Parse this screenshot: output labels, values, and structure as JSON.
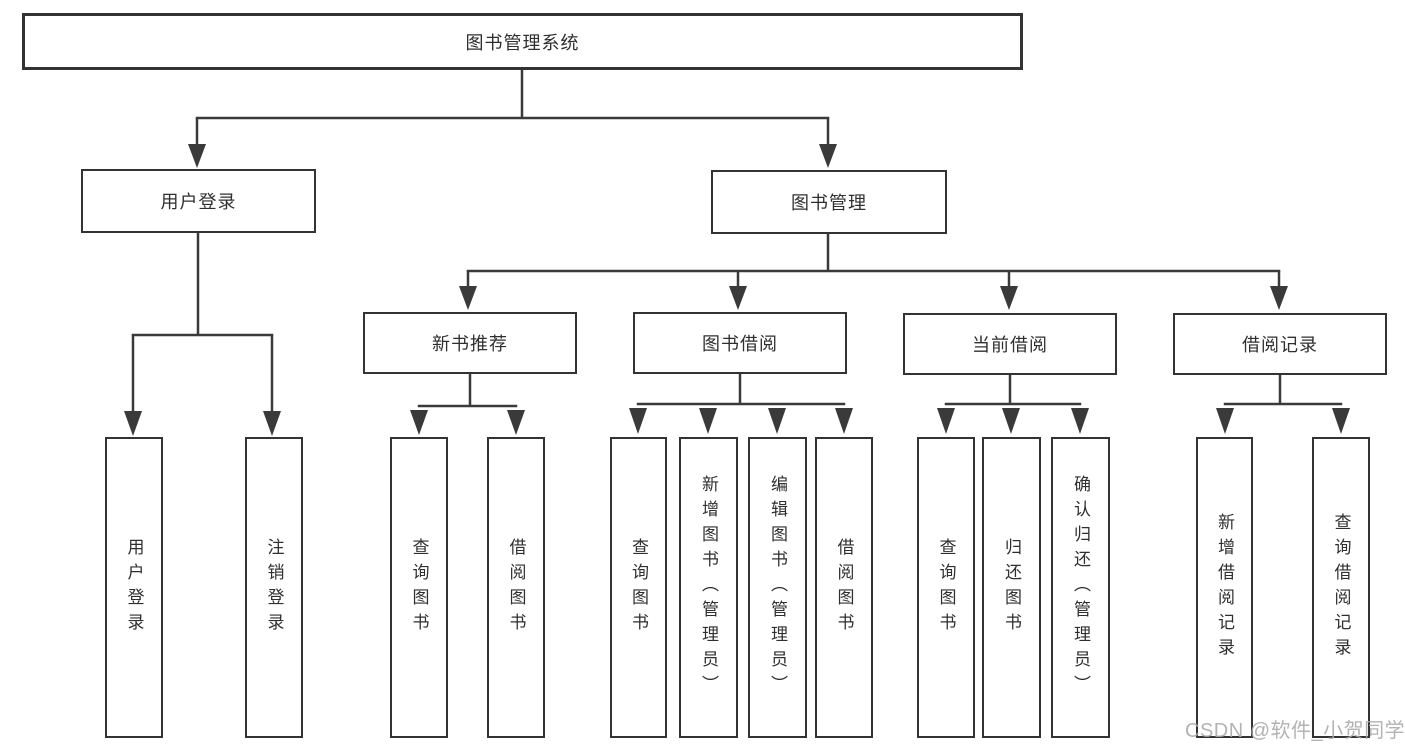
{
  "tree": {
    "root": "图书管理系统",
    "branches": [
      {
        "label": "用户登录"
      },
      {
        "label": "图书管理"
      }
    ],
    "modules": [
      {
        "label": "新书推荐"
      },
      {
        "label": "图书借阅"
      },
      {
        "label": "当前借阅"
      },
      {
        "label": "借阅记录"
      }
    ],
    "leaves": [
      {
        "label": "用户登录"
      },
      {
        "label": "注销登录"
      },
      {
        "label": "查询图书"
      },
      {
        "label": "借阅图书"
      },
      {
        "label": "查询图书"
      },
      {
        "label": "新增图书（管理员）"
      },
      {
        "label": "编辑图书（管理员）"
      },
      {
        "label": "借阅图书"
      },
      {
        "label": "查询图书"
      },
      {
        "label": "归还图书"
      },
      {
        "label": "确认归还（管理员）"
      },
      {
        "label": "新增借阅记录"
      },
      {
        "label": "查询借阅记录"
      }
    ]
  },
  "watermark": "CSDN @软件_小贺同学",
  "colors": {
    "line": "#3a3a3a",
    "box_border": "#333333",
    "box_fill": "#ffffff",
    "text": "#2f2f2f",
    "watermark": "#a8a8a8"
  }
}
